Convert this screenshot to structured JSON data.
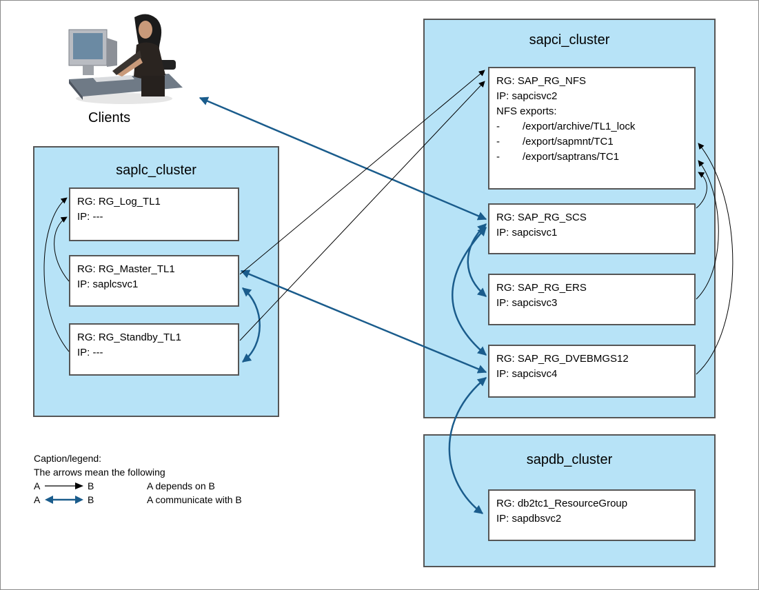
{
  "clients": {
    "label": "Clients",
    "image_icon": "person-at-computer-icon"
  },
  "clusters": {
    "saplc": {
      "title": "saplc_cluster",
      "groups": {
        "log": {
          "rg": "RG: RG_Log_TL1",
          "ip": "IP:  ---"
        },
        "master": {
          "rg": "RG: RG_Master_TL1",
          "ip": "IP: saplcsvc1"
        },
        "standby": {
          "rg": "RG: RG_Standby_TL1",
          "ip": "IP: ---"
        }
      }
    },
    "sapci": {
      "title": "sapci_cluster",
      "groups": {
        "nfs": {
          "rg": "RG: SAP_RG_NFS",
          "ip": "IP: sapcisvc2",
          "exports_label": "NFS exports:",
          "exports": [
            {
              "dash": "-",
              "path": "/export/archive/TL1_lock"
            },
            {
              "dash": "-",
              "path": "/export/sapmnt/TC1"
            },
            {
              "dash": "-",
              "path": "/export/saptrans/TC1"
            }
          ]
        },
        "scs": {
          "rg": "RG: SAP_RG_SCS",
          "ip": "IP: sapcisvc1"
        },
        "ers": {
          "rg": "RG: SAP_RG_ERS",
          "ip": "IP: sapcisvc3"
        },
        "dvebmgs": {
          "rg": "RG: SAP_RG_DVEBMGS12",
          "ip": "IP: sapcisvc4"
        }
      }
    },
    "sapdb": {
      "title": "sapdb_cluster",
      "groups": {
        "db2": {
          "rg": "RG: db2tc1_ResourceGroup",
          "ip": "IP: sapdbsvc2"
        }
      }
    }
  },
  "legend": {
    "caption": "Caption/legend:",
    "intro": "The arrows mean the following",
    "depends": {
      "a": "A",
      "b": "B",
      "text": "A depends on B"
    },
    "communicates": {
      "a": "A",
      "b": "B",
      "text": "A communicate with B"
    }
  },
  "colors": {
    "cluster_fill": "#b7e3f7",
    "comm_arrow": "#1a5c8c",
    "dep_arrow": "#000000"
  }
}
